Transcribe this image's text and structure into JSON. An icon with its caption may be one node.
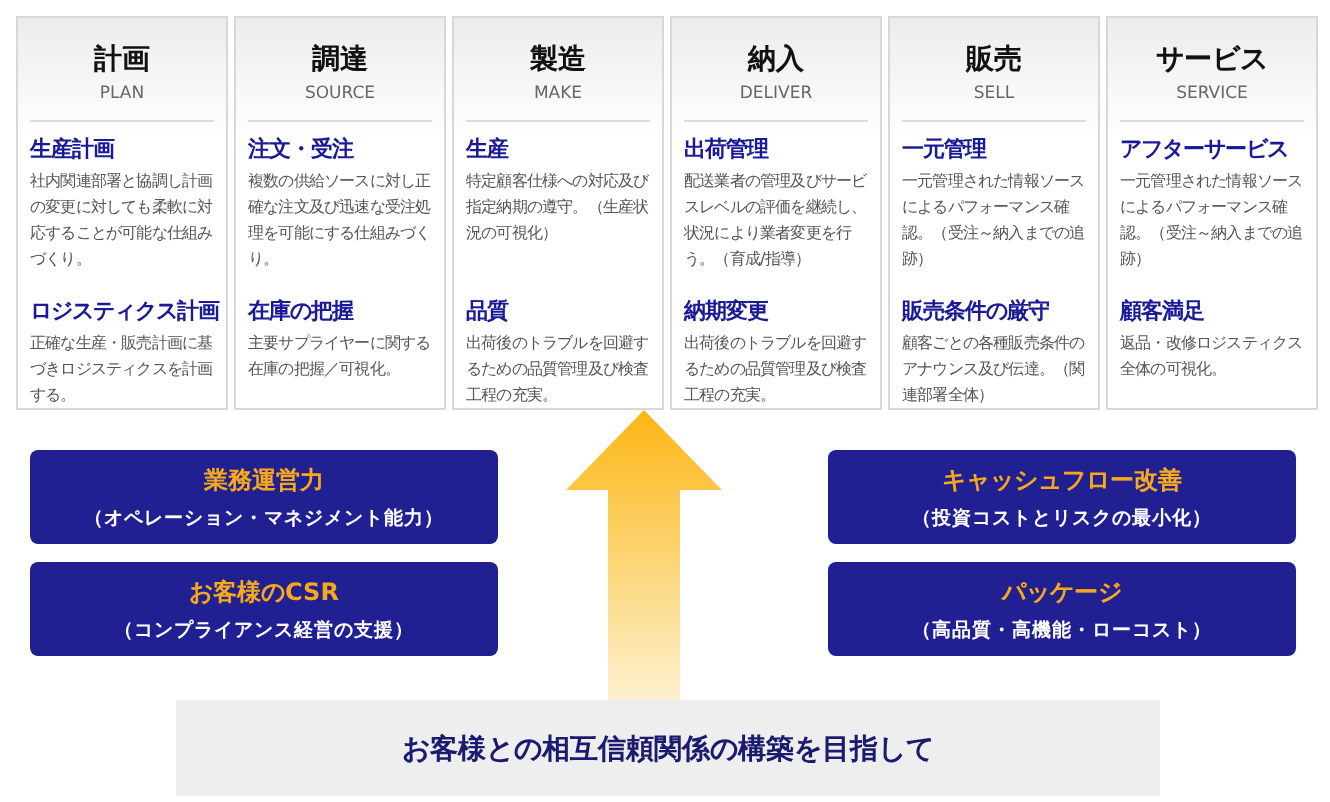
{
  "diagram": {
    "nodes": [
      {
        "text": [
          "計画",
          "PLAN",
          "生産計画",
          "社内関連部署と協調し計画の変更に対しても柔軟に対応することが可能な仕組みづくり。",
          "ロジスティクス計画",
          "正確な生産・販売計画に基づきロジスティクスを計画する。"
        ]
      },
      {
        "text": [
          "調達",
          "SOURCE",
          "注文・受注",
          "複数の供給ソースに対し正確な注文及び迅速な受注処理を可能にする仕組みづくり。",
          "在庫の把握",
          "主要サプライヤーに関する在庫の把握／可視化。"
        ]
      },
      {
        "text": [
          "製造",
          "MAKE",
          "生産",
          "特定顧客仕様への対応及び指定納期の遵守。（生産状況の可視化）",
          "品質",
          "出荷後のトラブルを回避するための品質管理及び検査工程の充実。"
        ]
      },
      {
        "text": [
          "納入",
          "DELIVER",
          "出荷管理",
          "配送業者の管理及びサービスレベルの評価を継続し、状況により業者変更を行う。（育成/指導）",
          "納期変更",
          "出荷後のトラブルを回避するための品質管理及び検査工程の充実。"
        ]
      },
      {
        "text": [
          "販売",
          "SELL",
          "一元管理",
          "一元管理された情報ソースによるパフォーマンス確認。（受注～納入までの追跡）",
          "販売条件の厳守",
          "顧客ごとの各種販売条件のアナウンス及び伝達。（関連部署全体）"
        ]
      },
      {
        "text": [
          "サービス",
          "SERVICE",
          "アフターサービス",
          "一元管理された情報ソースによるパフォーマンス確認。（受注～納入までの追跡）",
          "顧客満足",
          "返品・改修ロジスティクス全体の可視化。"
        ]
      },
      {
        "text": [
          "業務運営力",
          "（オペレーション・マネジメント能力）"
        ]
      },
      {
        "text": [
          "キャッシュフロー改善",
          "（投資コストとリスクの最小化）"
        ]
      },
      {
        "text": [
          "お客様のCSR",
          "（コンプライアンス経営の支援）"
        ]
      },
      {
        "text": [
          "パッケージ",
          "（高品質・高機能・ローコスト）"
        ]
      },
      {
        "text": [
          "お客様との相互信頼関係の構築を目指して"
        ]
      }
    ],
    "edges": [
      {
        "from": 10,
        "to": 2,
        "arrow": "to"
      }
    ]
  }
}
